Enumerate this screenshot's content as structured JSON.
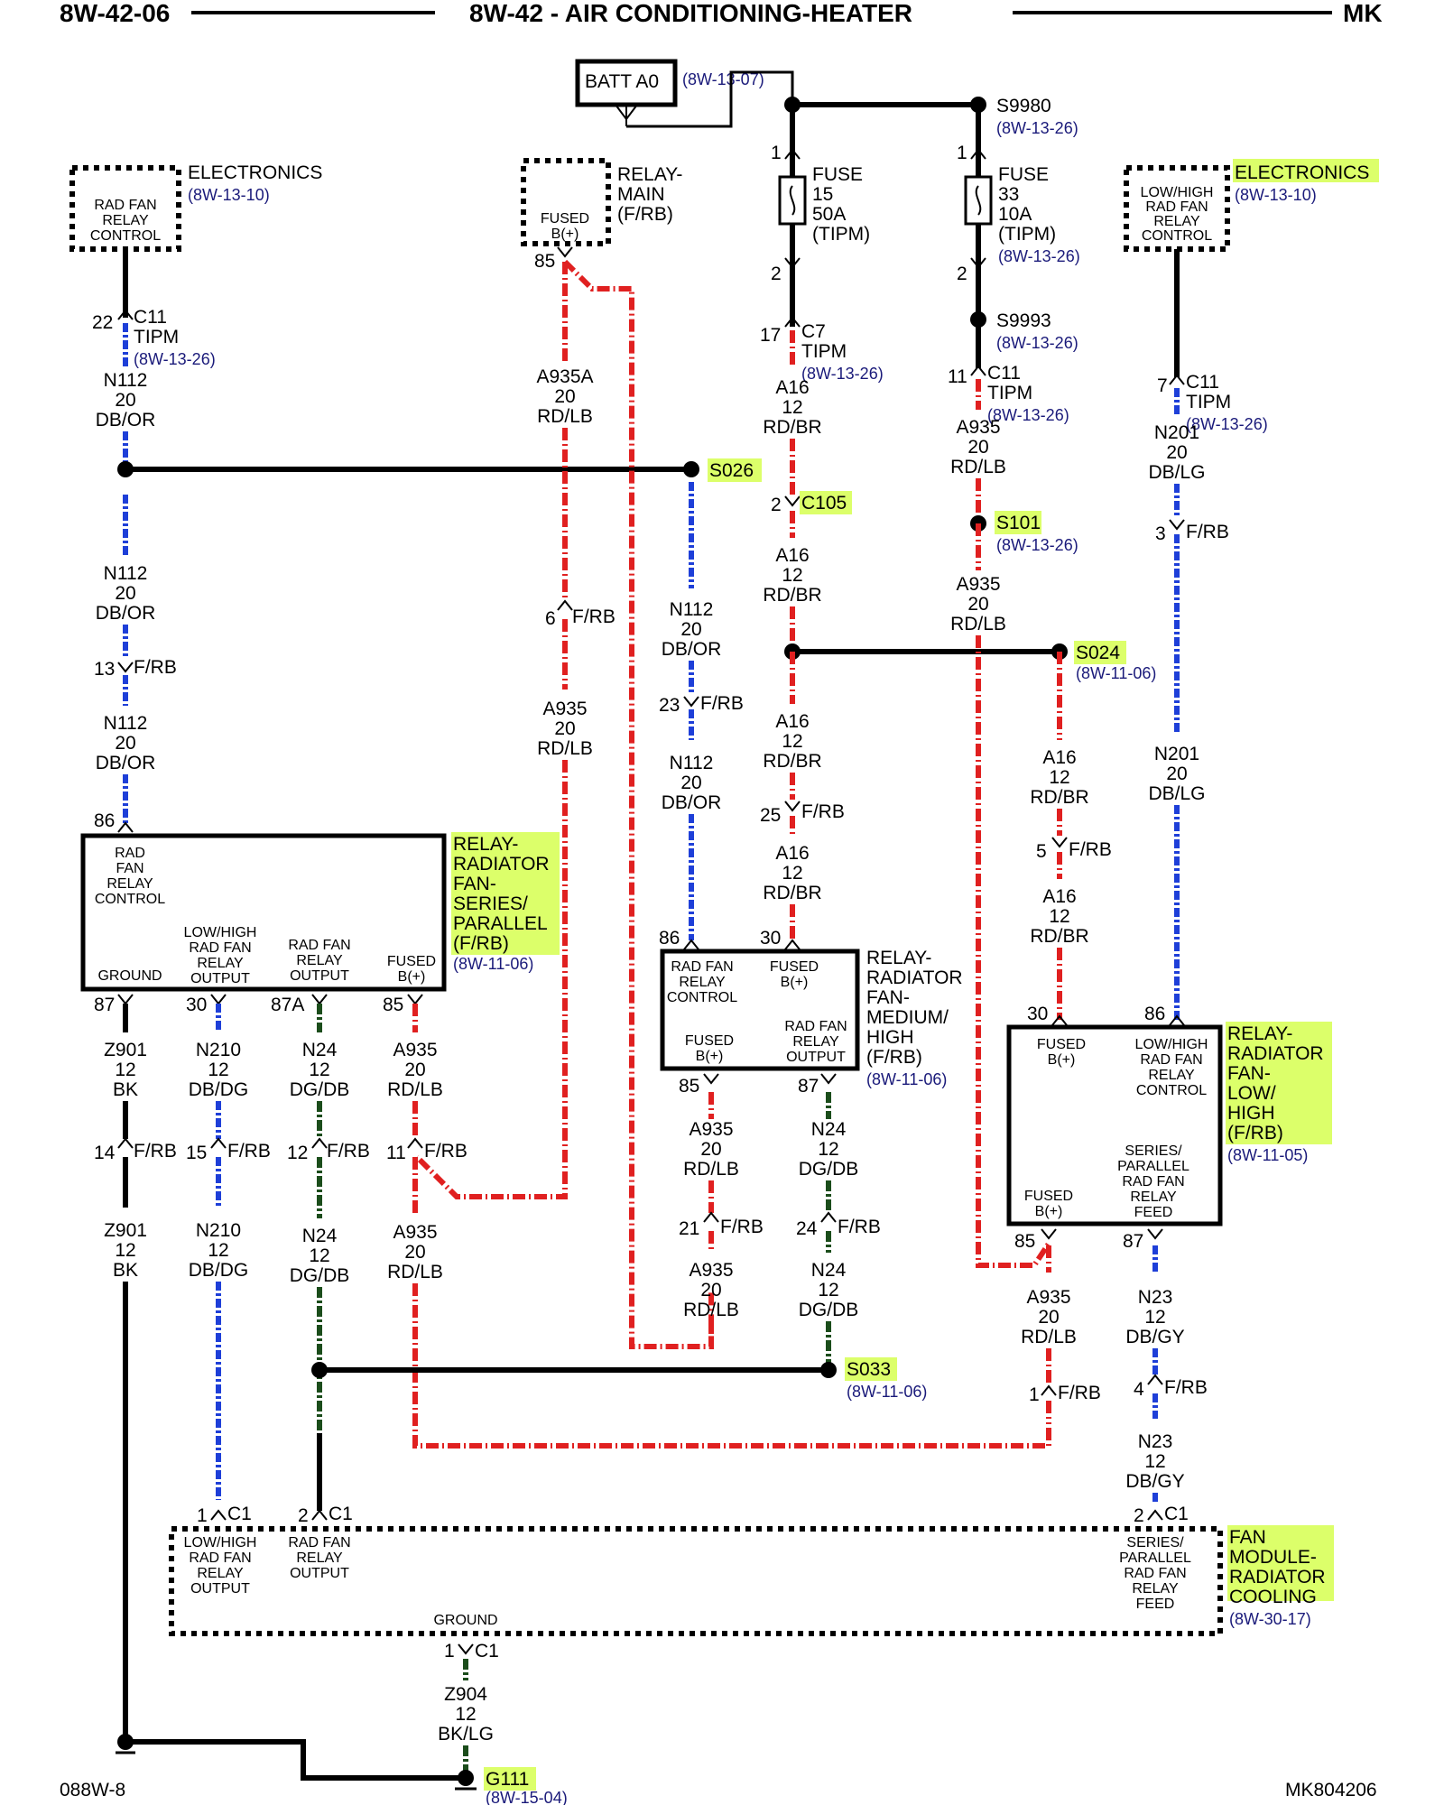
{
  "header": {
    "left": "8W-42-06",
    "center": "8W-42 - AIR CONDITIONING-HEATER",
    "right": "MK"
  },
  "footer": {
    "left": "088W-8",
    "right": "MK804206"
  },
  "batt": {
    "name": "BATT A0",
    "ref": "(8W-13-07)"
  },
  "splices": {
    "s9980": "S9980",
    "s9980_ref": "(8W-13-26)",
    "s9993": "S9993",
    "s9993_ref": "(8W-13-26)",
    "s101": "S101",
    "s101_ref": "(8W-13-26)",
    "s026": "S026",
    "s024": "S024",
    "s024_ref": "(8W-11-06)",
    "s033": "S033",
    "s033_ref": "(8W-11-06)",
    "c105": "C105",
    "g111": "G111",
    "g111_ref": "(8W-15-04)"
  },
  "fuse15": {
    "p1": "1",
    "p2": "2",
    "l1": "FUSE",
    "l2": "15",
    "l3": "50A",
    "l4": "(TIPM)"
  },
  "fuse33": {
    "p1": "1",
    "p2": "2",
    "l1": "FUSE",
    "l2": "33",
    "l3": "10A",
    "l4": "(TIPM)",
    "ref": "(8W-13-26)"
  },
  "elec_left": {
    "t1": "RAD FAN",
    "t2": "RELAY",
    "t3": "CONTROL",
    "name": "ELECTRONICS",
    "ref": "(8W-13-10)"
  },
  "elec_right": {
    "t1": "LOW/HIGH",
    "t2": "RAD FAN",
    "t3": "RELAY",
    "t4": "CONTROL",
    "name": "ELECTRONICS",
    "ref": "(8W-13-10)"
  },
  "relay_main": {
    "t1": "FUSED",
    "t2": "B(+)",
    "n1": "RELAY-",
    "n2": "MAIN",
    "n3": "(F/RB)",
    "pin": "85"
  },
  "connectors": {
    "c11a_pin": "22",
    "c11a": "C11",
    "c11a_2": "TIPM",
    "c11a_ref": "(8W-13-26)",
    "c7_pin": "17",
    "c7": "C7",
    "c7_2": "TIPM",
    "c7_ref": "(8W-13-26)",
    "c11b_pin": "11",
    "c11b": "C11",
    "c11b_2": "TIPM",
    "c11b_ref": "(8W-13-26)",
    "c11c_pin": "7",
    "c11c": "C11",
    "c11c_2": "TIPM",
    "c11c_ref": "(8W-13-26)",
    "c105_pin": "2",
    "frb": "F/RB",
    "frb_13": "13",
    "frb_6": "6",
    "frb_23": "23",
    "frb_25": "25",
    "frb_3": "3",
    "frb_5": "5",
    "frb_14": "14",
    "frb_15": "15",
    "frb_12": "12",
    "frb_11": "11",
    "frb_21": "21",
    "frb_24": "24",
    "frb_1": "1",
    "frb_4": "4",
    "c1": "C1",
    "c1_1": "1",
    "c1_2": "2",
    "c1_2b": "2",
    "c1_g": "1"
  },
  "wires": {
    "n112": [
      "N112",
      "20",
      "DB/OR"
    ],
    "a935a": [
      "A935A",
      "20",
      "RD/LB"
    ],
    "a16": [
      "A16",
      "12",
      "RD/BR"
    ],
    "a935": [
      "A935",
      "20",
      "RD/LB"
    ],
    "n201": [
      "N201",
      "20",
      "DB/LG"
    ],
    "z901": [
      "Z901",
      "12",
      "BK"
    ],
    "n210": [
      "N210",
      "12",
      "DB/DG"
    ],
    "n24": [
      "N24",
      "12",
      "DG/DB"
    ],
    "n23": [
      "N23",
      "12",
      "DB/GY"
    ],
    "z904": [
      "Z904",
      "12",
      "BK/LG"
    ]
  },
  "relay_sp": {
    "pin86": "86",
    "ctrl": [
      "RAD",
      "FAN",
      "RELAY",
      "CONTROL"
    ],
    "ground": "GROUND",
    "lh": [
      "LOW/HIGH",
      "RAD FAN",
      "RELAY",
      "OUTPUT"
    ],
    "rf": [
      "RAD FAN",
      "RELAY",
      "OUTPUT"
    ],
    "fb": [
      "FUSED",
      "B(+)"
    ],
    "pins": [
      "87",
      "30",
      "87A",
      "85"
    ],
    "name": [
      "RELAY-",
      "RADIATOR",
      "FAN-",
      "SERIES/",
      "PARALLEL",
      "(F/RB)"
    ],
    "ref": "(8W-11-06)"
  },
  "relay_mh": {
    "pin86": "86",
    "pin30": "30",
    "pin85": "85",
    "pin87": "87",
    "ctrl": [
      "RAD FAN",
      "RELAY",
      "CONTROL"
    ],
    "fb": [
      "FUSED",
      "B(+)"
    ],
    "fb2": [
      "FUSED",
      "B(+)"
    ],
    "out": [
      "RAD FAN",
      "RELAY",
      "OUTPUT"
    ],
    "name": [
      "RELAY-",
      "RADIATOR",
      "FAN-",
      "MEDIUM/",
      "HIGH",
      "(F/RB)"
    ],
    "ref": "(8W-11-06)"
  },
  "relay_lh": {
    "pin30": "30",
    "pin86": "86",
    "pin85": "85",
    "pin87": "87",
    "fb": [
      "FUSED",
      "B(+)"
    ],
    "ctrl": [
      "LOW/HIGH",
      "RAD FAN",
      "RELAY",
      "CONTROL"
    ],
    "sp": [
      "SERIES/",
      "PARALLEL",
      "RAD FAN",
      "RELAY",
      "FEED"
    ],
    "fb2": [
      "FUSED",
      "B(+)"
    ],
    "name": [
      "RELAY-",
      "RADIATOR",
      "FAN-",
      "LOW/",
      "HIGH",
      "(F/RB)"
    ],
    "ref": "(8W-11-05)"
  },
  "fan_module": {
    "lh": [
      "LOW/HIGH",
      "RAD FAN",
      "RELAY",
      "OUTPUT"
    ],
    "rf": [
      "RAD FAN",
      "RELAY",
      "OUTPUT"
    ],
    "sp": [
      "SERIES/",
      "PARALLEL",
      "RAD FAN",
      "RELAY",
      "FEED"
    ],
    "ground": "GROUND",
    "name": [
      "FAN",
      "MODULE-",
      "RADIATOR",
      "COOLING"
    ],
    "ref": "(8W-30-17)"
  }
}
